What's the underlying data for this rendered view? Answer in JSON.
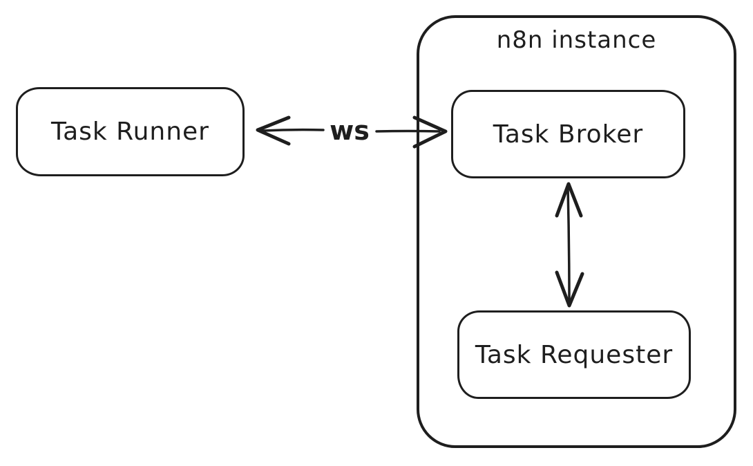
{
  "diagram": {
    "background_color": "#ffffff",
    "stroke_color": "#1e1e1e",
    "containers": {
      "n8n_instance": {
        "label": "n8n instance"
      }
    },
    "nodes": {
      "task_runner": {
        "label": "Task Runner"
      },
      "task_broker": {
        "label": "Task Broker"
      },
      "task_requester": {
        "label": "Task Requester"
      }
    },
    "edges": {
      "ws": {
        "label": "ws",
        "type": "bidirectional-horizontal",
        "from": "task_runner",
        "to": "task_broker"
      },
      "broker_requester": {
        "label": "",
        "type": "bidirectional-vertical",
        "from": "task_broker",
        "to": "task_requester"
      }
    }
  }
}
